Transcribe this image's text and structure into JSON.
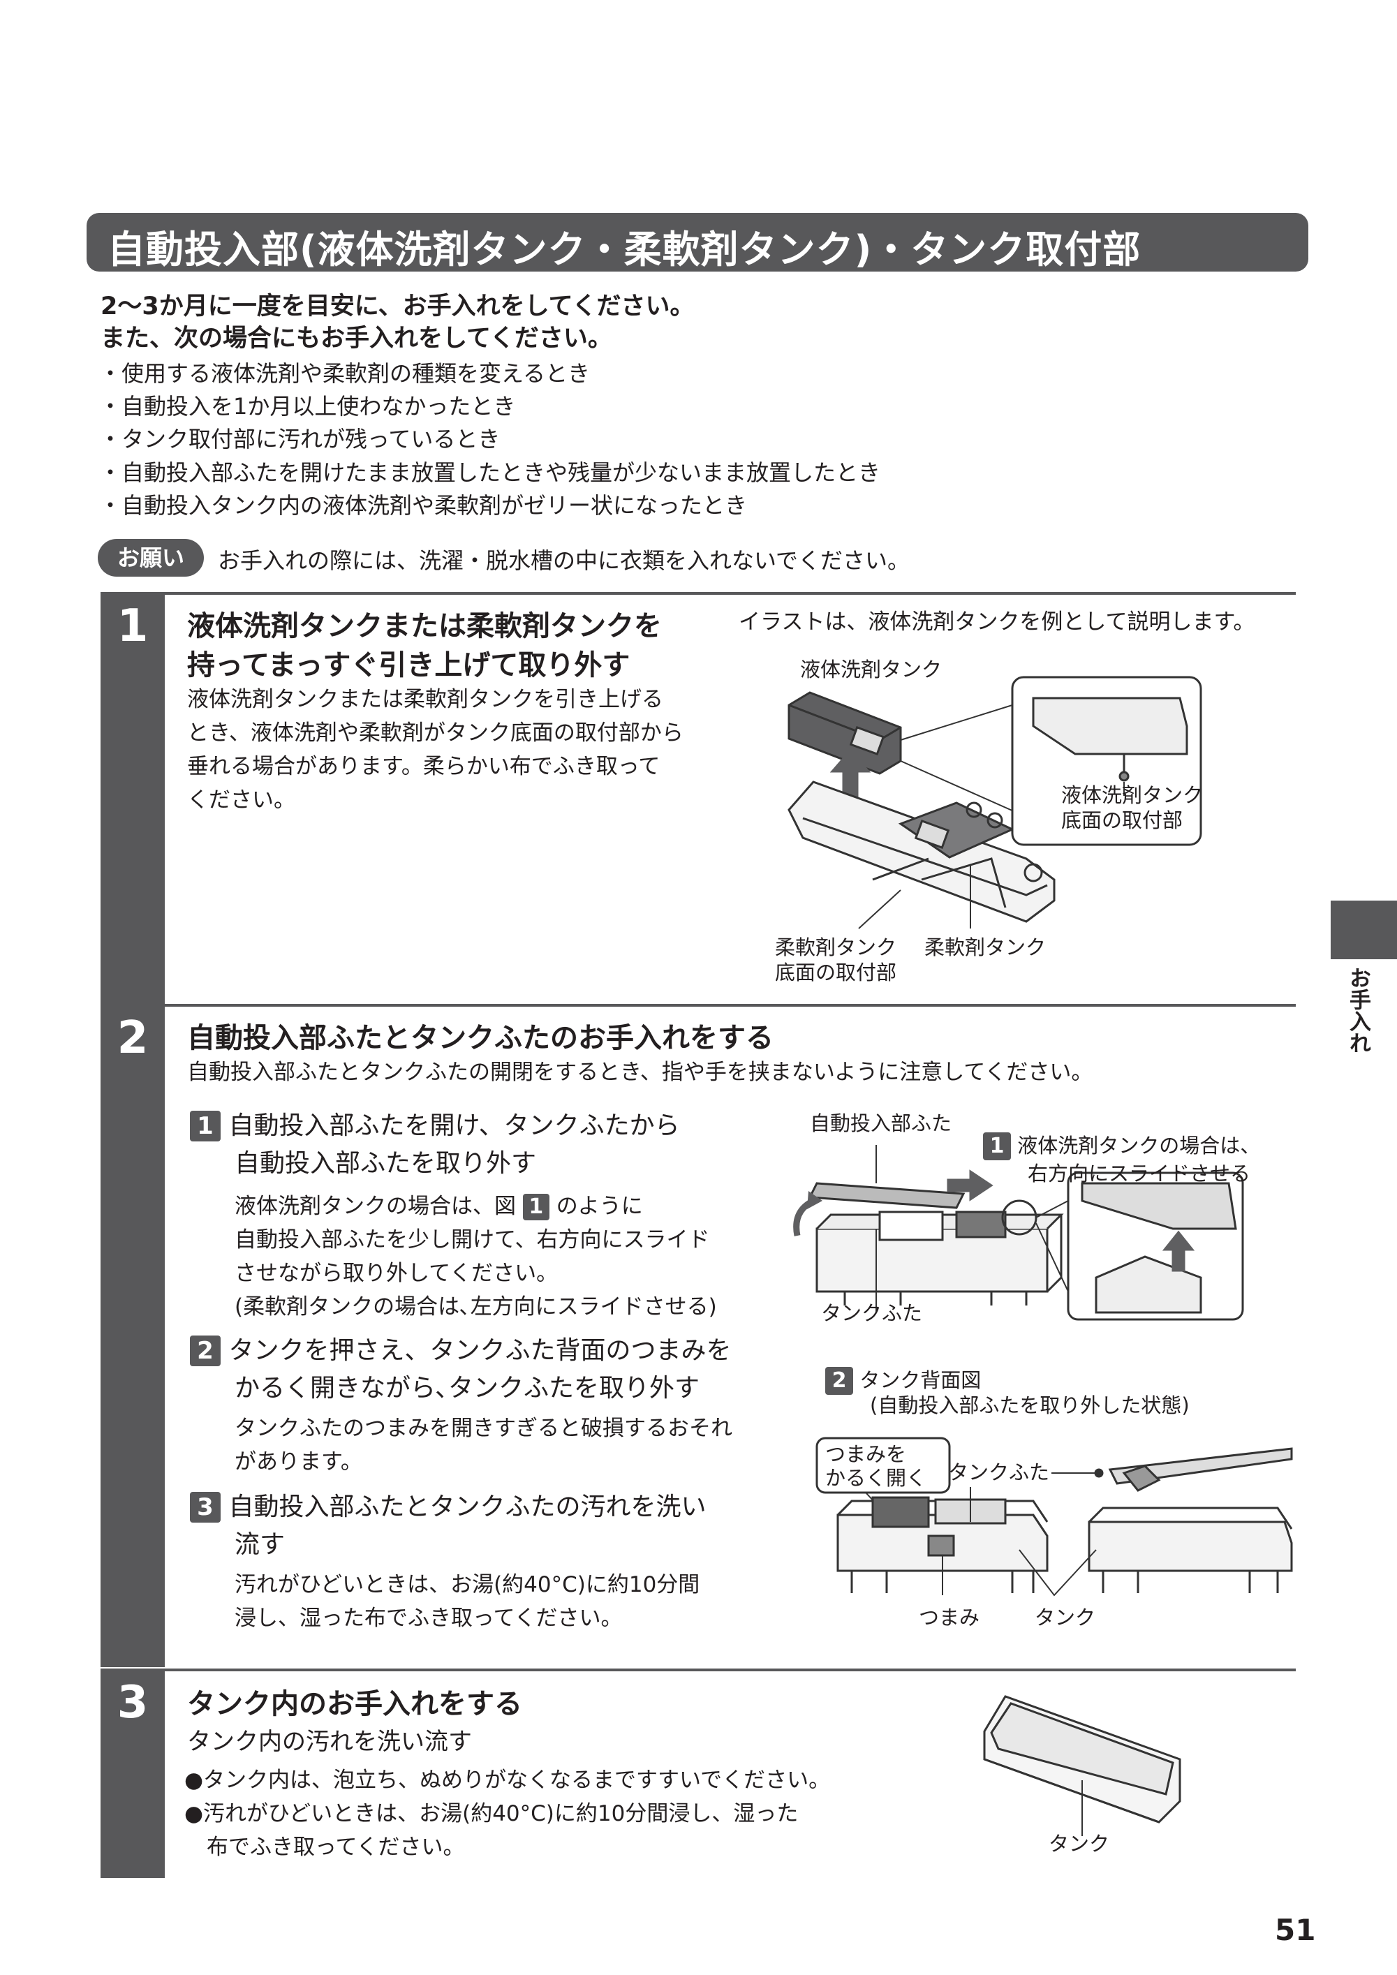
{
  "title": "自動投入部(液体洗剤タンク・柔軟剤タンク)・タンク取付部",
  "intro": {
    "line1": "2〜3か月に一度を目安に、お手入れをしてください。",
    "line2": "また、次の場合にもお手入れをしてください。",
    "bullets": [
      "・使用する液体洗剤や柔軟剤の種類を変えるとき",
      "・自動投入を1か月以上使わなかったとき",
      "・タンク取付部に汚れが残っているとき",
      "・自動投入部ふたを開けたまま放置したときや残量が少ないまま放置したとき",
      "・自動投入タンク内の液体洗剤や柔軟剤がゼリー状になったとき"
    ]
  },
  "notice": {
    "badge": "お願い",
    "text": "お手入れの際には、洗濯・脱水槽の中に衣類を入れないでください。"
  },
  "step1": {
    "num": "1",
    "heading1": "液体洗剤タンクまたは柔軟剤タンクを",
    "heading2": "持ってまっすぐ引き上げて取り外す",
    "body": [
      "液体洗剤タンクまたは柔軟剤タンクを引き上げる",
      "とき、液体洗剤や柔軟剤がタンク底面の取付部から",
      "垂れる場合があります。柔らかい布でふき取って",
      "ください。"
    ],
    "illus_note": "イラストは、液体洗剤タンクを例として説明します。",
    "label_tank": "液体洗剤タンク",
    "label_zoom1": "液体洗剤タンク",
    "label_zoom2": "底面の取付部",
    "label_softener1": "柔軟剤タンク",
    "label_softener2": "底面の取付部",
    "label_softener_tank": "柔軟剤タンク"
  },
  "step2": {
    "num": "2",
    "heading": "自動投入部ふたとタンクふたのお手入れをする",
    "caution": "自動投入部ふたとタンクふたの開閉をするとき、指や手を挟まないように注意してください。",
    "sub1": {
      "badge": "1",
      "title1": "自動投入部ふたを開け、タンクふたから",
      "title2": "自動投入部ふたを取り外す",
      "body1a": "液体洗剤タンクの場合は、図",
      "body1b": "のように",
      "body2": "自動投入部ふたを少し開けて、右方向にスライド",
      "body3": "させながら取り外してください。",
      "body4": "(柔軟剤タンクの場合は､左方向にスライドさせる)"
    },
    "sub2": {
      "badge": "2",
      "title1": "タンクを押さえ、タンクふた背面のつまみを",
      "title2": "かるく開きながら､タンクふたを取り外す",
      "body1": "タンクふたのつまみを開きすぎると破損するおそれ",
      "body2": "があります。"
    },
    "sub3": {
      "badge": "3",
      "title1": "自動投入部ふたとタンクふたの汚れを洗い",
      "title2": "流す",
      "body1": "汚れがひどいときは、お湯(約40°C)に約10分間",
      "body2": "浸し、湿った布でふき取ってください。"
    },
    "fig1_lid_label": "自動投入部ふた",
    "fig1_badge": "1",
    "fig1_note1": "液体洗剤タンクの場合は、",
    "fig1_note2": "右方向にスライドさせる",
    "fig1_tankcap_label": "タンクふた",
    "fig2_badge": "2",
    "fig2_title1": "タンク背面図",
    "fig2_title2": "(自動投入部ふたを取り外した状態)",
    "fig2_callout1": "つまみを",
    "fig2_callout2": "かるく開く",
    "fig2_tankcap": "タンクふた",
    "fig2_knob": "つまみ",
    "fig2_tank": "タンク"
  },
  "step3": {
    "num": "3",
    "heading": "タンク内のお手入れをする",
    "sub": "タンク内の汚れを洗い流す",
    "b1": "●タンク内は、泡立ち、ぬめりがなくなるまですすいでください。",
    "b2a": "●汚れがひどいときは、お湯(約40°C)に約10分間浸し、湿った",
    "b2b": "布でふき取ってください。",
    "tank_label": "タンク"
  },
  "side_tab": "お手入れ",
  "page_number": "51"
}
